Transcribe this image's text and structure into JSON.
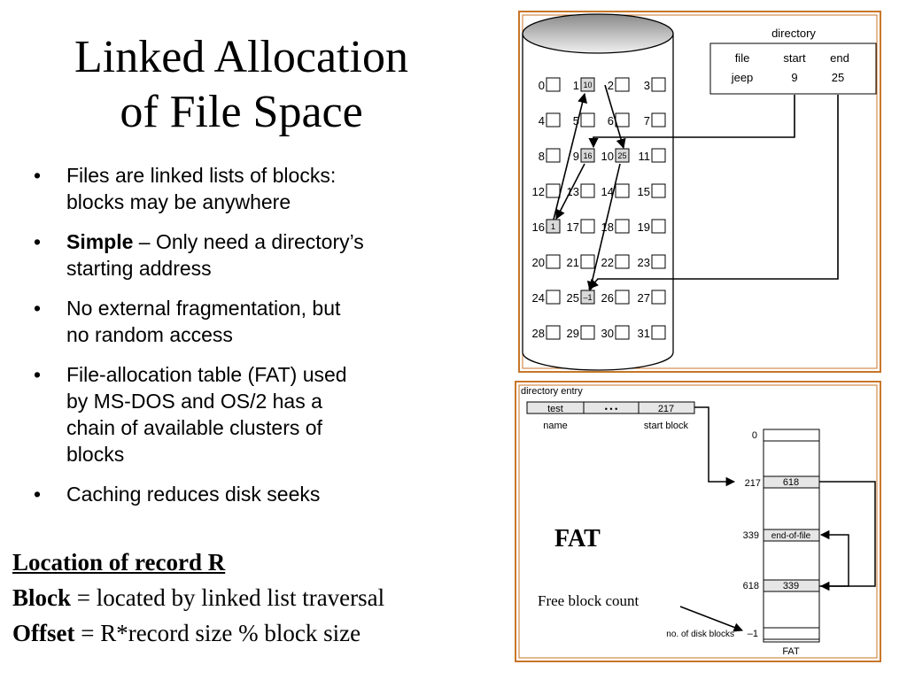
{
  "title": {
    "line1": "Linked Allocation",
    "line2": "of File Space"
  },
  "bullets": [
    {
      "dot": "•",
      "bold": "",
      "l1": "Files are linked lists of blocks:",
      "l2": "blocks may be anywhere"
    },
    {
      "dot": "•",
      "bold": "Simple",
      "l1": " – Only need a directory’s",
      "l2": "starting address"
    },
    {
      "dot": "•",
      "bold": "",
      "l1": "No external fragmentation, but",
      "l2": "no random access"
    },
    {
      "dot": "•",
      "bold": "",
      "l1": "File-allocation table (FAT) used",
      "l2": "by MS-DOS and OS/2 has a",
      "l3": "chain of available clusters of",
      "l4": "blocks"
    },
    {
      "dot": "•",
      "bold": "",
      "l1": "Caching reduces disk seeks"
    }
  ],
  "record": {
    "heading": "Location of record R",
    "block_label": "Block",
    "block_text": " = located by linked list traversal",
    "offset_label": "Offset",
    "offset_text": " = R*record size % block size"
  },
  "disk_figure": {
    "directory_title": "directory",
    "columns": [
      "file",
      "start",
      "end"
    ],
    "row": [
      "jeep",
      "9",
      "25"
    ],
    "block_numbers": [
      "0",
      "1",
      "2",
      "3",
      "4",
      "5",
      "6",
      "7",
      "8",
      "9",
      "10",
      "11",
      "12",
      "13",
      "14",
      "15",
      "16",
      "17",
      "18",
      "19",
      "20",
      "21",
      "22",
      "23",
      "24",
      "25",
      "26",
      "27",
      "28",
      "29",
      "30",
      "31"
    ],
    "block_contents": {
      "1": "10",
      "9": "16",
      "10": "25",
      "16": "1",
      "25": "–1"
    }
  },
  "fat_figure": {
    "entry_label": "directory entry",
    "entry_name": "test",
    "entry_dots": "• • •",
    "entry_start": "217",
    "name_label": "name",
    "start_block_label": "start block",
    "index_labels": {
      "top": "0",
      "a": "217",
      "b": "339",
      "c": "618",
      "bottom": "–1"
    },
    "cell_values": {
      "a": "618",
      "b": "end-of-file",
      "c": "339"
    },
    "disk_blocks_label": "no. of disk blocks",
    "table_caption": "FAT",
    "big_label": "FAT",
    "free_count_label": "Free block count"
  },
  "colors": {
    "frame": "#c8762a",
    "shaded_cell": "#d9d9d9"
  }
}
